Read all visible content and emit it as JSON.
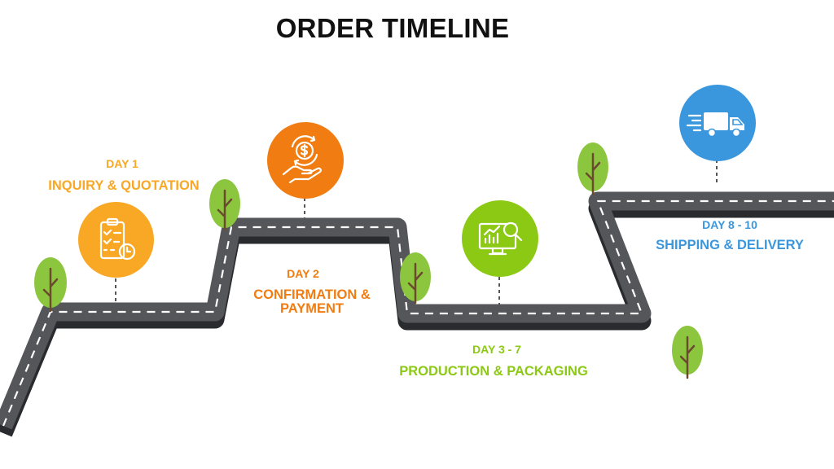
{
  "title": "ORDER TIMELINE",
  "colors": {
    "road": "#555659",
    "road_shadow": "#2a2b2e",
    "tree_green": "#8cc63f",
    "trunk": "#6b4a2f",
    "inquiry": "#f9a825",
    "payment": "#f07c12",
    "production": "#8cc914",
    "shipping": "#3a96dd"
  },
  "stages": [
    {
      "day": "DAY 1",
      "name": "INQUIRY & QUOTATION",
      "icon": "checklist-clock-icon"
    },
    {
      "day": "DAY 2",
      "name": "CONFIRMATION & PAYMENT",
      "icon": "hand-dollar-icon"
    },
    {
      "day": "DAY 3 - 7",
      "name": "PRODUCTION & PACKAGING",
      "icon": "monitor-chart-search-icon"
    },
    {
      "day": "DAY 8 - 10",
      "name": "SHIPPING & DELIVERY",
      "icon": "delivery-truck-icon"
    }
  ]
}
